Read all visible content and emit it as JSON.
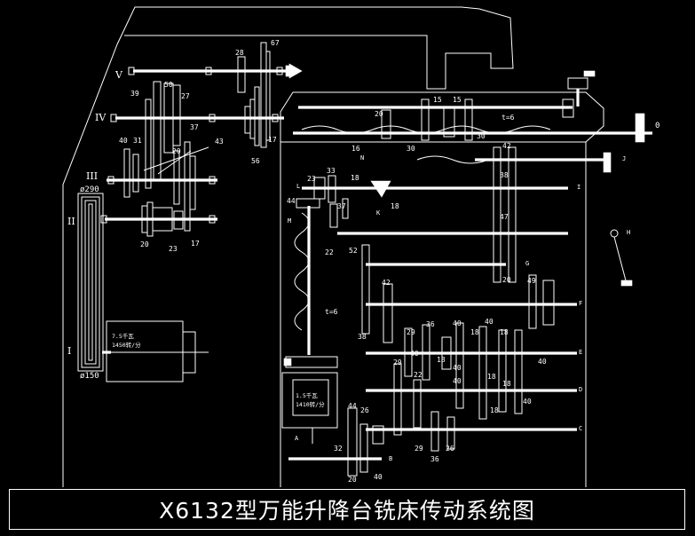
{
  "title": "X6132型万能升降台铣床传动系统图",
  "shaft_labels": [
    "V",
    "IV",
    "III",
    "II",
    "I"
  ],
  "pulley_labels": {
    "top": "ø290",
    "bottom": "ø150"
  },
  "upper_gear_numbers": [
    "67",
    "28",
    "39",
    "50",
    "27",
    "31",
    "40",
    "37",
    "43",
    "20",
    "56",
    "17",
    "20",
    "23",
    "17"
  ],
  "motor_upper": {
    "line1": "7.5千瓦",
    "line2": "1450转/分"
  },
  "motor_lower": {
    "line1": "1.5千瓦",
    "line2": "1410转/分"
  },
  "table_gear_numbers": [
    "15",
    "15",
    "20",
    "30",
    "16",
    "30",
    "t=6"
  ],
  "right_handwheel_label": "0",
  "feed_gear_numbers": [
    "42",
    "33",
    "18",
    "44",
    "23",
    "37",
    "18",
    "22",
    "52",
    "38",
    "47",
    "20",
    "42",
    "49",
    "38",
    "36",
    "40",
    "40",
    "29",
    "18",
    "18",
    "40",
    "29",
    "40",
    "18",
    "40",
    "18",
    "22",
    "40",
    "18",
    "40",
    "18",
    "26",
    "44",
    "26",
    "29",
    "36",
    "32",
    "40",
    "20",
    "t=6"
  ],
  "letter_labels": [
    "N",
    "L",
    "K",
    "M",
    "J",
    "I",
    "H",
    "G",
    "F",
    "E",
    "D",
    "C",
    "A",
    "B"
  ]
}
